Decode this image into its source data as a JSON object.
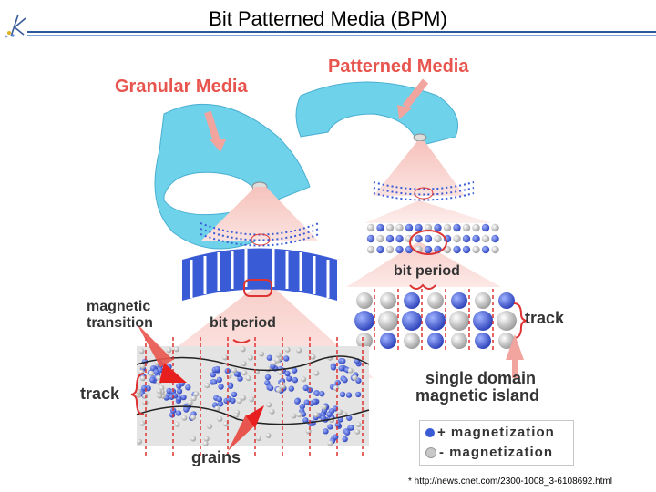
{
  "slide": {
    "title": "Bit Patterned Media (BPM)",
    "source_note": "* http://news.cnet.com/2300-1008_3-6108692.html"
  },
  "labels": {
    "granular_media": "Granular Media",
    "patterned_media": "Patterned Media",
    "magnetic_transition_line1": "magnetic",
    "magnetic_transition_line2": "transition",
    "bit_period_left": "bit period",
    "bit_period_right": "bit period",
    "track_left": "track",
    "track_right": "track",
    "grains": "grains",
    "single_domain_line1": "single domain",
    "single_domain_line2": "magnetic island"
  },
  "legend": {
    "plus": "+ magnetization",
    "minus": "- magnetization"
  },
  "colors": {
    "accent_red": "#e8554e",
    "disk_blue": "#5fcbe8",
    "plus_blue": "#3a5bd6",
    "minus_grey": "#c8c8c8",
    "rule_blue": "#2d5a9c"
  }
}
